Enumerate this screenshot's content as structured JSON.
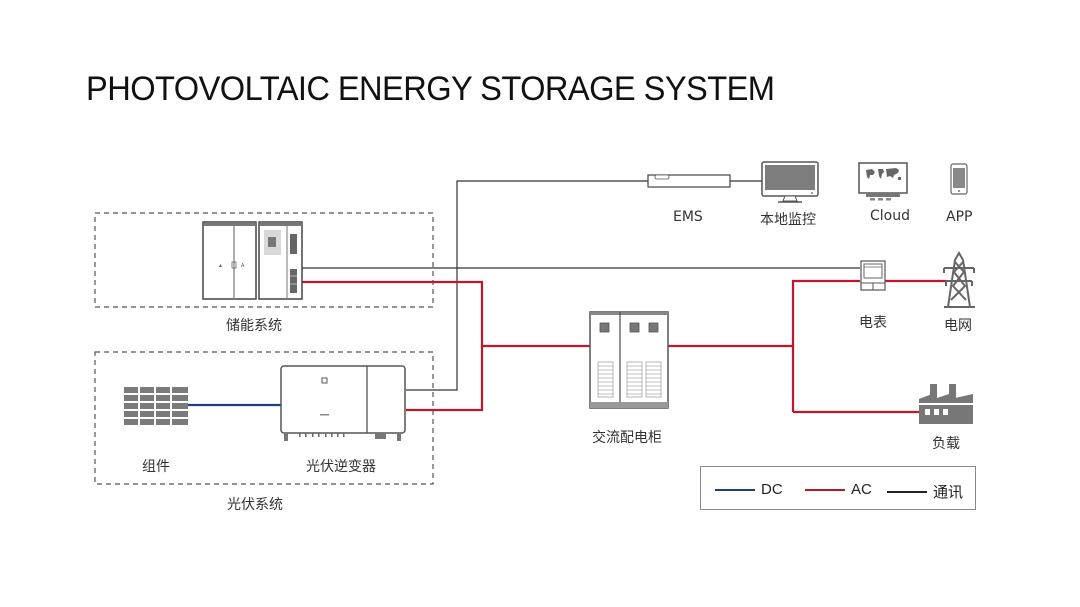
{
  "title": "PHOTOVOLTAIC ENERGY STORAGE SYSTEM",
  "groups": {
    "storage_system": "储能系统",
    "pv_system": "光伏系统"
  },
  "components": {
    "ems": "EMS",
    "local_monitor": "本地监控",
    "cloud": "Cloud",
    "app": "APP",
    "pv_modules": "组件",
    "pv_inverter": "光伏逆变器",
    "ac_cabinet": "交流配电柜",
    "meter": "电表",
    "grid": "电网",
    "load": "负载"
  },
  "legend": [
    {
      "label": "DC",
      "color": "#1f3f7a"
    },
    {
      "label": "AC",
      "color": "#c0182a"
    },
    {
      "label": "通讯",
      "color": "#222222"
    }
  ],
  "colors": {
    "dc": "#1f3f7a",
    "ac": "#c0182a",
    "comm": "#333333",
    "equipment": "#555555",
    "equipment_fill": "#7a7a7a"
  }
}
